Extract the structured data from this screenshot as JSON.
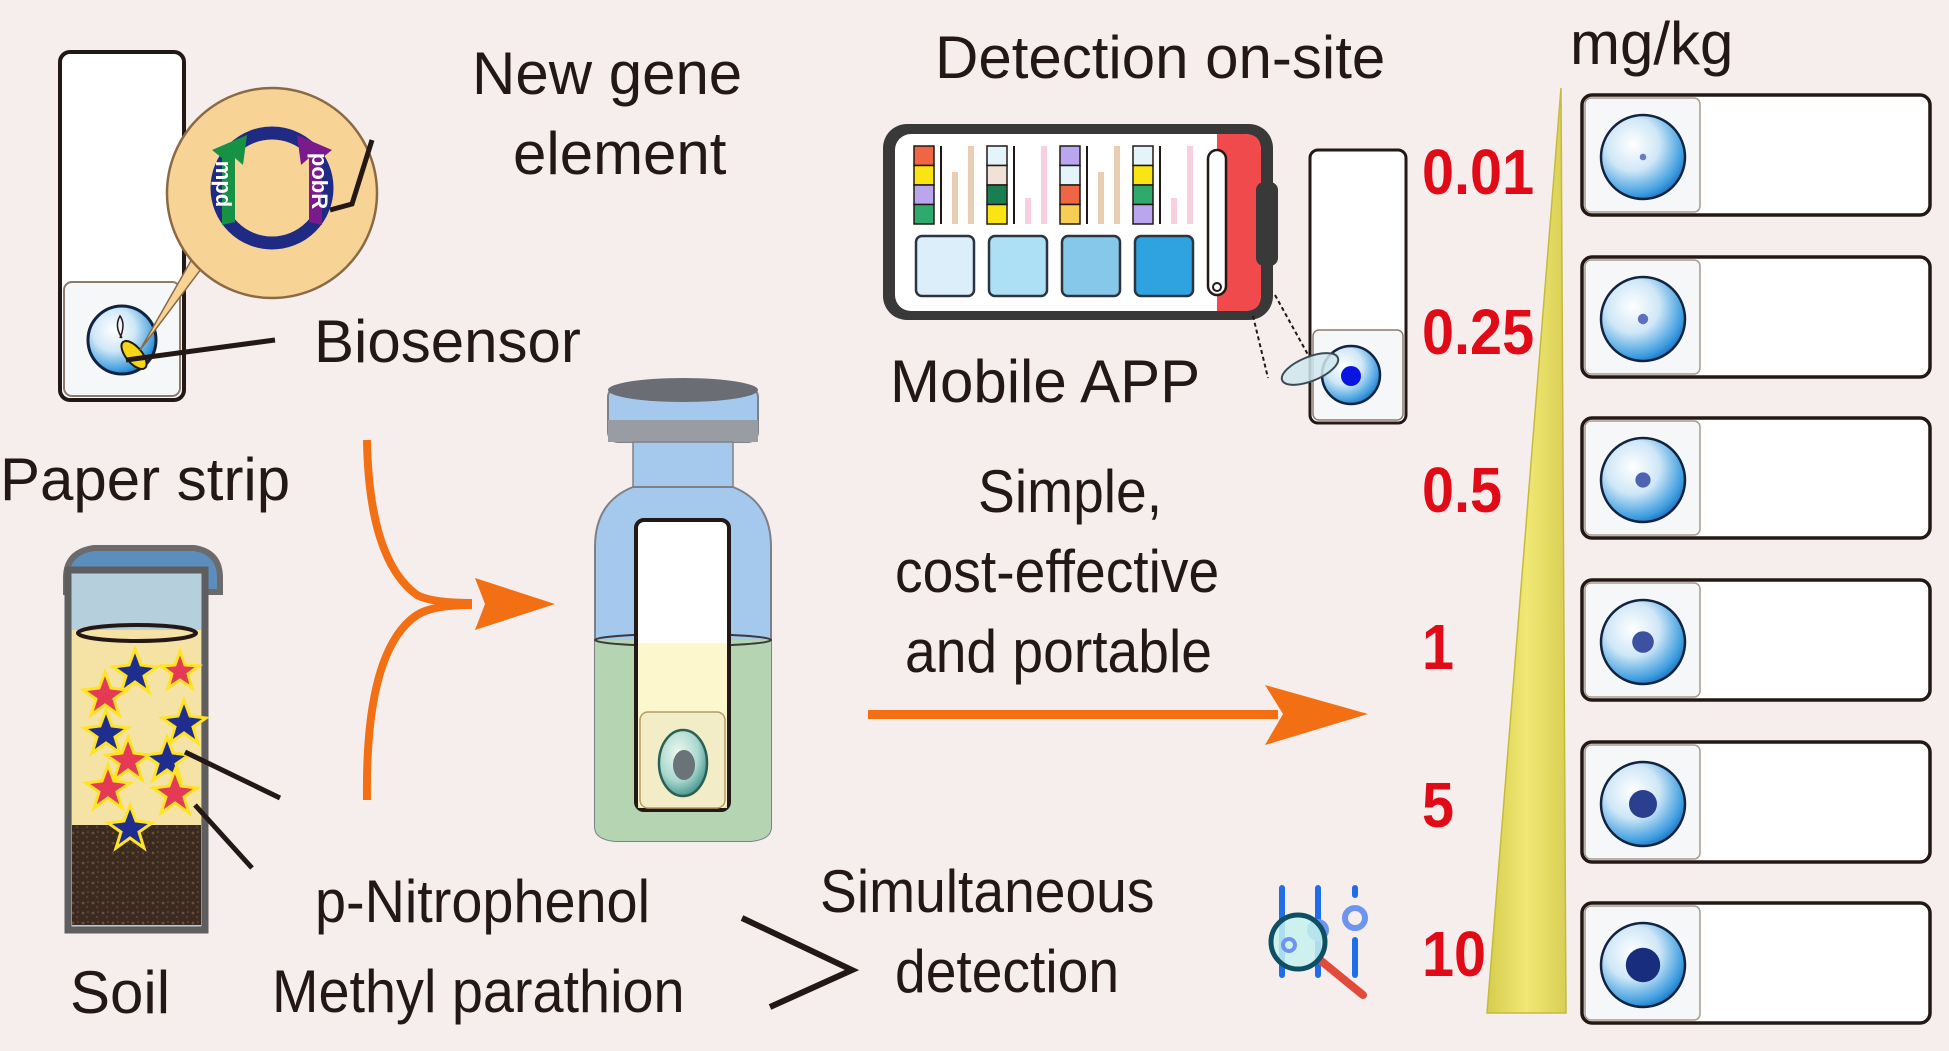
{
  "labels": {
    "new_gene_line1": "New gene",
    "new_gene_line2": "element",
    "biosensor": "Biosensor",
    "paper_strip": "Paper strip",
    "soil": "Soil",
    "p_nitrophenol": "p-Nitrophenol",
    "methyl_parathion": "Methyl parathion",
    "simultaneous_line1": "Simultaneous",
    "simultaneous_line2": "detection",
    "detection_on_site": "Detection on-site",
    "mobile_app": "Mobile APP",
    "simple_line1": "Simple,",
    "simple_line2": "cost-effective",
    "simple_line3": "and portable",
    "unit": "mg/kg"
  },
  "plasmid": {
    "genes": [
      {
        "name": "mpd",
        "color": "#179245"
      },
      {
        "name": "pobR",
        "color": "#7b1a8c"
      }
    ],
    "backbone_color": "#1f2a85",
    "bubble_color": "#f7d396"
  },
  "concentrations": [
    {
      "value": "0.01",
      "dot_level": 0.08
    },
    {
      "value": "0.25",
      "dot_level": 0.2
    },
    {
      "value": "0.5",
      "dot_level": 0.35
    },
    {
      "value": "1",
      "dot_level": 0.55
    },
    {
      "value": "5",
      "dot_level": 0.75
    },
    {
      "value": "10",
      "dot_level": 0.95
    }
  ],
  "phone": {
    "strip_columns": [
      [
        "#ef6644",
        "#fbe414",
        "#b9a6ee",
        "#2eaa6c"
      ],
      [
        "#e3f5fb",
        "#f1e1d6",
        "#1b7d52",
        "#fbe414"
      ],
      [
        "#b9a6ee",
        "#e3f5fb",
        "#ef6644",
        "#f6ce53"
      ],
      [
        "#e3f5fb",
        "#fbe414",
        "#2eaa6c",
        "#b9a6ee"
      ]
    ],
    "swatches": [
      "#dbeef9",
      "#ade0f4",
      "#86c8ea",
      "#2ea3e0"
    ],
    "bar_colors": [
      "#ebcdb4",
      "#f9cfe0",
      "#ebcdb4",
      "#f9cfe0"
    ],
    "accent_color": "#f04a4c"
  },
  "colors": {
    "arrow": "#f36f14",
    "concentration_text": "#e10a17",
    "wedge": "#e8df64"
  }
}
